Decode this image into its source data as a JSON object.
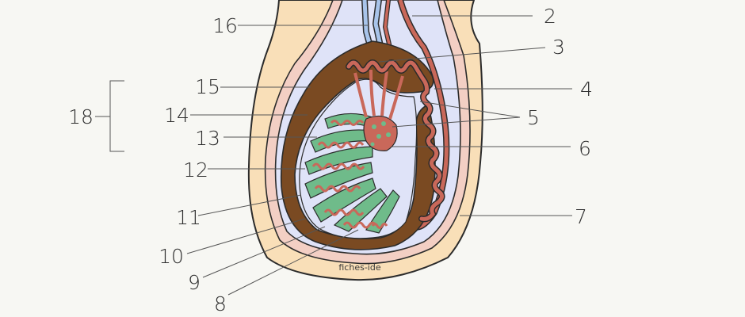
{
  "diagram": {
    "labels": {
      "l2": "2",
      "l3": "3",
      "l4": "4",
      "l5": "5",
      "l6": "6",
      "l7": "7",
      "l8": "8",
      "l9": "9",
      "l10": "10",
      "l11": "11",
      "l12": "12",
      "l13": "13",
      "l14": "14",
      "l15": "15",
      "l16": "16",
      "l18": "18"
    },
    "watermark": "fiches-ide"
  },
  "colors": {
    "background": "#f7f7f3",
    "skin": "#f9dfb8",
    "dartos": "#f3cfc4",
    "tunica_vaginalis": "#dfe3f8",
    "albuginea": "#7a4a22",
    "lobules": "#6fbb8a",
    "tubules": "#c9685a",
    "vein": "#a8c4ea"
  }
}
